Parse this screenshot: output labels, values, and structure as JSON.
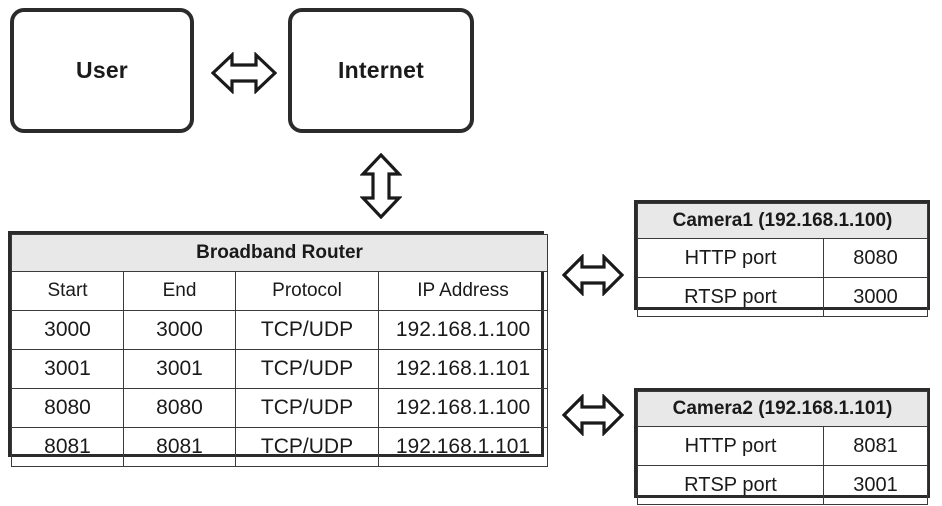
{
  "nodes": [
    {
      "id": "user",
      "label": "User"
    },
    {
      "id": "internet",
      "label": "Internet"
    }
  ],
  "arrows": [
    {
      "name": "user-internet-arrow",
      "direction": "horizontal"
    },
    {
      "name": "internet-router-arrow",
      "direction": "vertical"
    },
    {
      "name": "router-camera1-arrow",
      "direction": "horizontal"
    },
    {
      "name": "router-camera2-arrow",
      "direction": "horizontal"
    }
  ],
  "router_table": {
    "title": "Broadband Router",
    "columns": [
      "Start",
      "End",
      "Protocol",
      "IP Address"
    ],
    "rows": [
      [
        "3000",
        "3000",
        "TCP/UDP",
        "192.168.1.100"
      ],
      [
        "3001",
        "3001",
        "TCP/UDP",
        "192.168.1.101"
      ],
      [
        "8080",
        "8080",
        "TCP/UDP",
        "192.168.1.100"
      ],
      [
        "8081",
        "8081",
        "TCP/UDP",
        "192.168.1.101"
      ]
    ]
  },
  "cameras": [
    {
      "title": "Camera1 (192.168.1.100)",
      "rows": [
        {
          "label": "HTTP port",
          "value": "8080"
        },
        {
          "label": "RTSP port",
          "value": "3000"
        }
      ]
    },
    {
      "title": "Camera2 (192.168.1.101)",
      "rows": [
        {
          "label": "HTTP port",
          "value": "8081"
        },
        {
          "label": "RTSP port",
          "value": "3001"
        }
      ]
    }
  ],
  "colors": {
    "stroke": "#2b2b2b",
    "header_fill": "#e8e8e8",
    "background": "#ffffff",
    "text": "#1a1a1a"
  }
}
